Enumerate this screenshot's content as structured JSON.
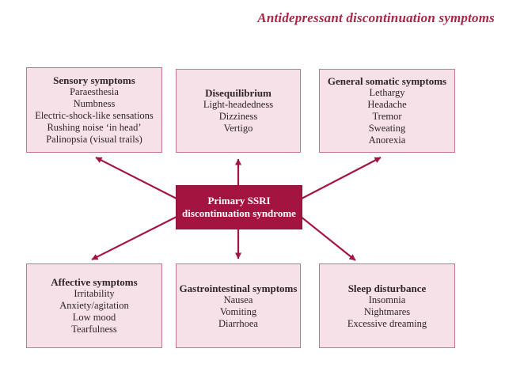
{
  "title": "Antidepressant discontinuation symptoms",
  "colors": {
    "accent": "#a31540",
    "title_text": "#a62746",
    "node_fill": "#f6e1e8",
    "node_border": "#c4758b",
    "node_text": "#2f2428",
    "center_fill": "#a31540",
    "center_text": "#ffffff"
  },
  "center": {
    "line1": "Primary SSRI",
    "line2": "discontinuation syndrome"
  },
  "boxes": [
    {
      "title": "Sensory symptoms",
      "items": [
        "Paraesthesia",
        "Numbness",
        "Electric-shock-like sensations",
        "Rushing noise ‘in head’",
        "Palinopsia (visual trails)"
      ]
    },
    {
      "title": "Disequilibrium",
      "items": [
        "Light-headedness",
        "Dizziness",
        "Vertigo"
      ]
    },
    {
      "title": "General somatic symptoms",
      "items": [
        "Lethargy",
        "Headache",
        "Tremor",
        "Sweating",
        "Anorexia"
      ]
    },
    {
      "title": "Affective symptoms",
      "items": [
        "Irritability",
        "Anxiety/agitation",
        "Low mood",
        "Tearfulness"
      ]
    },
    {
      "title": "Gastrointestinal symptoms",
      "items": [
        "Nausea",
        "Vomiting",
        "Diarrhoea"
      ]
    },
    {
      "title": "Sleep disturbance",
      "items": [
        "Insomnia",
        "Nightmares",
        "Excessive dreaming"
      ]
    }
  ]
}
